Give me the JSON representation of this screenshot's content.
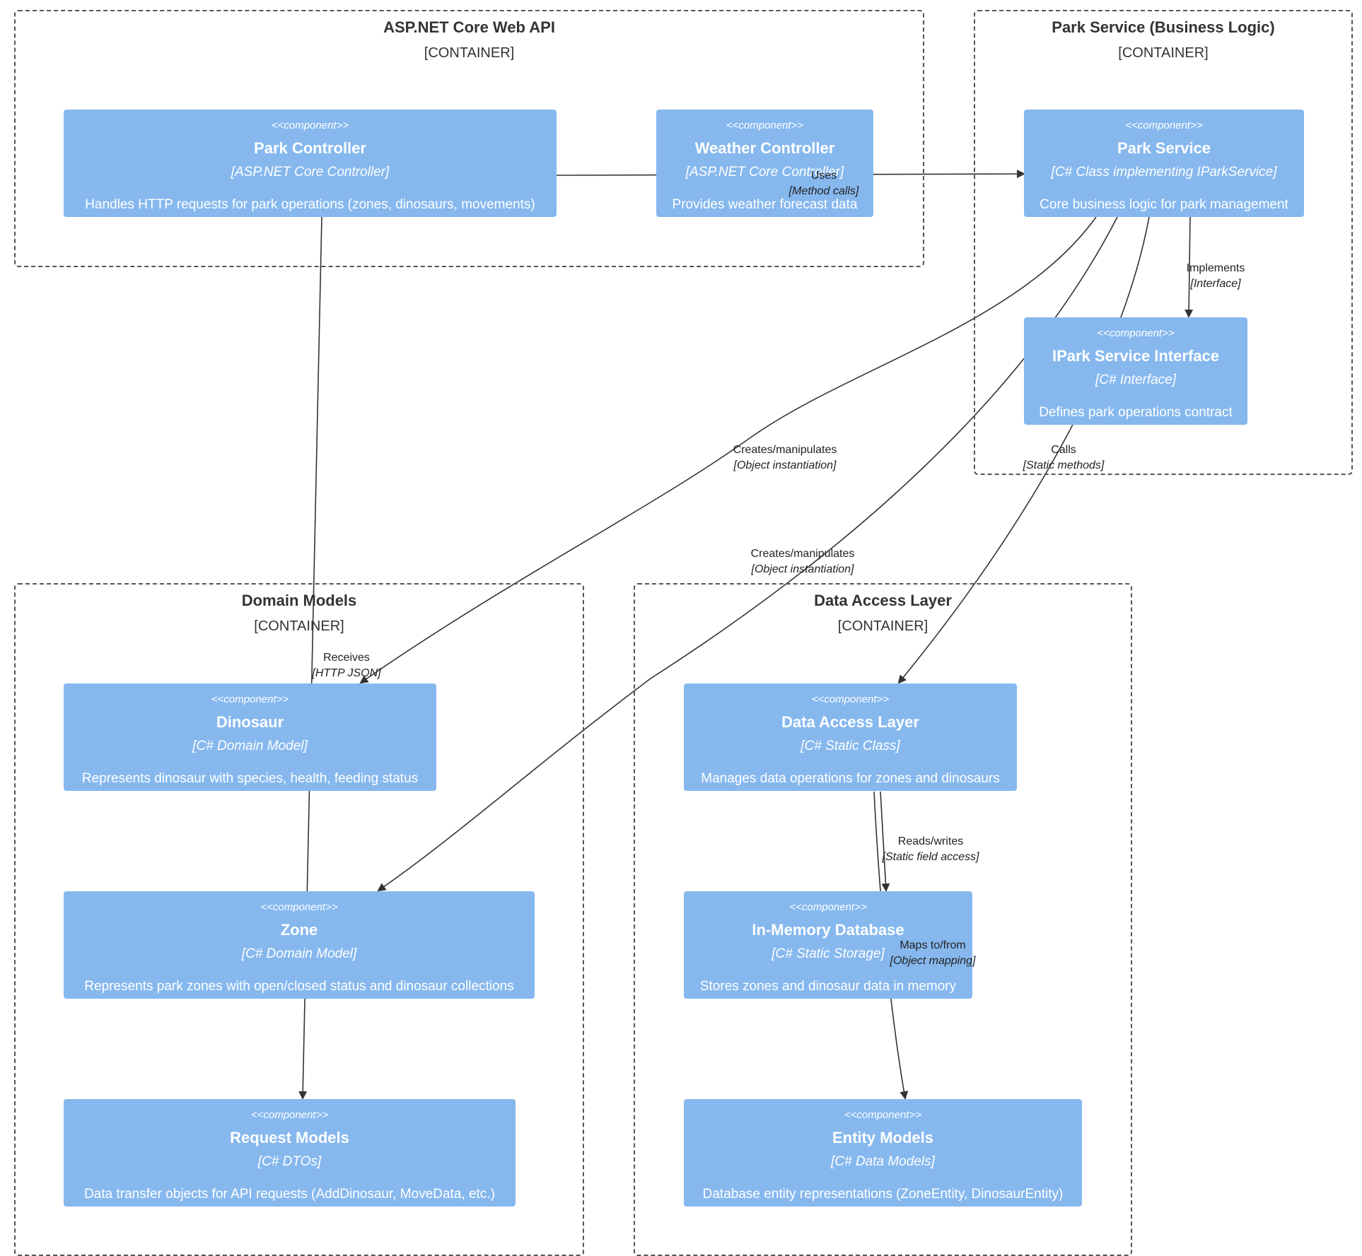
{
  "containers": [
    {
      "title": "ASP.NET Core Web API",
      "type": "[CONTAINER]"
    },
    {
      "title": "Park Service (Business Logic)",
      "type": "[CONTAINER]"
    },
    {
      "title": "Domain Models",
      "type": "[CONTAINER]"
    },
    {
      "title": "Data Access Layer",
      "type": "[CONTAINER]"
    }
  ],
  "components": [
    {
      "stereotype": "<<component>>",
      "name": "Park Controller",
      "tech": "[ASP.NET Core Controller]",
      "desc": "Handles HTTP requests for park operations (zones, dinosaurs, movements)"
    },
    {
      "stereotype": "<<component>>",
      "name": "Weather Controller",
      "tech": "[ASP.NET Core Controller]",
      "desc": "Provides weather forecast data"
    },
    {
      "stereotype": "<<component>>",
      "name": "Park Service",
      "tech": "[C# Class implementing IParkService]",
      "desc": "Core business logic for park management"
    },
    {
      "stereotype": "<<component>>",
      "name": "IPark Service Interface",
      "tech": "[C# Interface]",
      "desc": "Defines park operations contract"
    },
    {
      "stereotype": "<<component>>",
      "name": "Dinosaur",
      "tech": "[C# Domain Model]",
      "desc": "Represents dinosaur with species, health, feeding status"
    },
    {
      "stereotype": "<<component>>",
      "name": "Zone",
      "tech": "[C# Domain Model]",
      "desc": "Represents park zones with open/closed status and dinosaur collections"
    },
    {
      "stereotype": "<<component>>",
      "name": "Request Models",
      "tech": "[C# DTOs]",
      "desc": "Data transfer objects for API requests (AddDinosaur, MoveData, etc.)"
    },
    {
      "stereotype": "<<component>>",
      "name": "Data Access Layer",
      "tech": "[C# Static Class]",
      "desc": "Manages data operations for zones and dinosaurs"
    },
    {
      "stereotype": "<<component>>",
      "name": "In-Memory Database",
      "tech": "[C# Static Storage]",
      "desc": "Stores zones and dinosaur data in memory"
    },
    {
      "stereotype": "<<component>>",
      "name": "Entity Models",
      "tech": "[C# Data Models]",
      "desc": "Database entity representations (ZoneEntity, DinosaurEntity)"
    }
  ],
  "relationships": [
    {
      "from": "Park Controller",
      "to": "Park Service",
      "label": "Uses",
      "tech": "[Method calls]"
    },
    {
      "from": "Park Service",
      "to": "IPark Service Interface",
      "label": "Implements",
      "tech": "[Interface]"
    },
    {
      "from": "Park Service",
      "to": "Data Access Layer",
      "label": "Calls",
      "tech": "[Static methods]"
    },
    {
      "from": "Park Service",
      "to": "Dinosaur",
      "label": "Creates/manipulates",
      "tech": "[Object instantiation]"
    },
    {
      "from": "Park Service",
      "to": "Zone",
      "label": "Creates/manipulates",
      "tech": "[Object instantiation]"
    },
    {
      "from": "Park Controller",
      "to": "Request Models",
      "label": "Receives",
      "tech": "[HTTP JSON]"
    },
    {
      "from": "Data Access Layer",
      "to": "In-Memory Database",
      "label": "Reads/writes",
      "tech": "[Static field access]"
    },
    {
      "from": "Data Access Layer",
      "to": "Entity Models",
      "label": "Maps to/from",
      "tech": "[Object mapping]"
    }
  ],
  "colors": {
    "component_fill": "#86b8ee",
    "component_text": "#ffffff",
    "border": "#555555",
    "arrow": "#333333"
  }
}
